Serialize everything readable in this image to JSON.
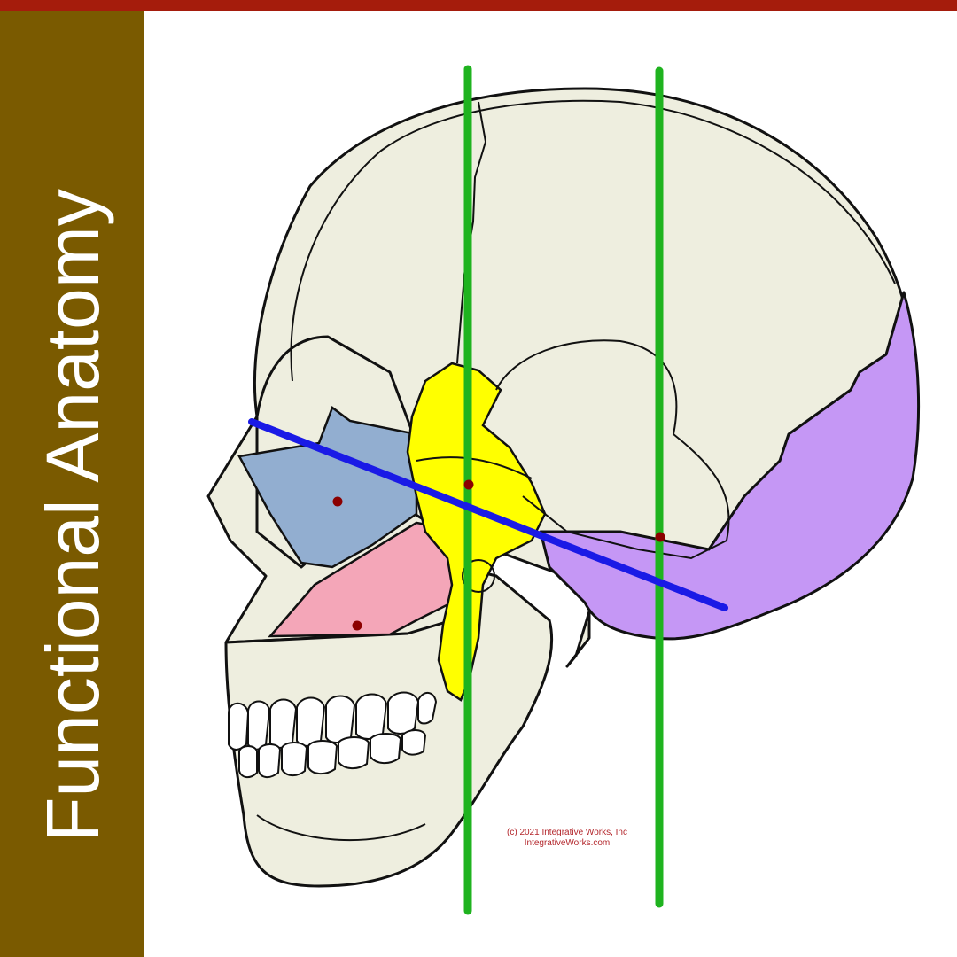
{
  "header": {
    "bar_color": "#a51c0c"
  },
  "sidebar": {
    "title": "Functional Anatomy",
    "background": "#7a5a00"
  },
  "figure": {
    "subject": "skull-lateral-view",
    "colors": {
      "bone": "#eeeedf",
      "sphenoid_yellow": "#ffff00",
      "occipital_purple": "#c597f5",
      "blue_region": "#92aed0",
      "pink_region": "#f4a6b8",
      "vertical_lines": "#1fb31f",
      "diagonal_line": "#1a1ae6",
      "marker_dots": "#8b0000"
    },
    "copyright": {
      "line1": "(c) 2021 Integrative Works, Inc",
      "line2": "IntegrativeWorks.com"
    }
  }
}
